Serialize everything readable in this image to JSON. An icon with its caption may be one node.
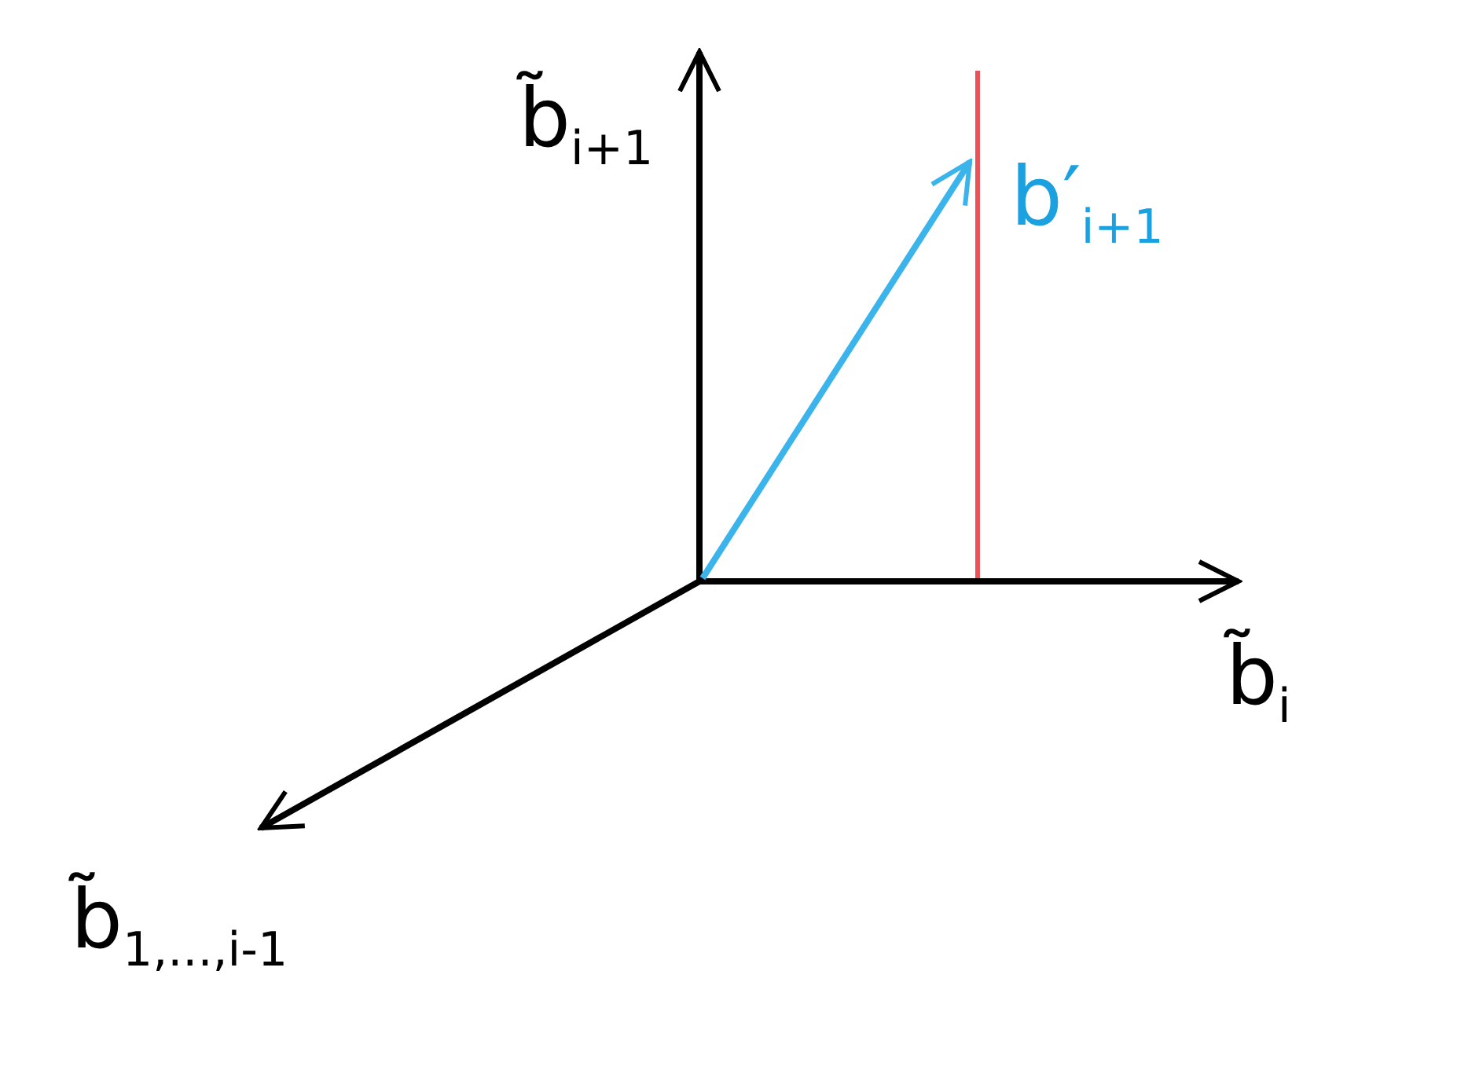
{
  "diagram": {
    "labels": [
      "b̃$_{i+1}$",
      "b′$_{i+1}$",
      "b̃$_{i}$",
      "b̃$_{1,...,i-1}$"
    ]
  }
}
